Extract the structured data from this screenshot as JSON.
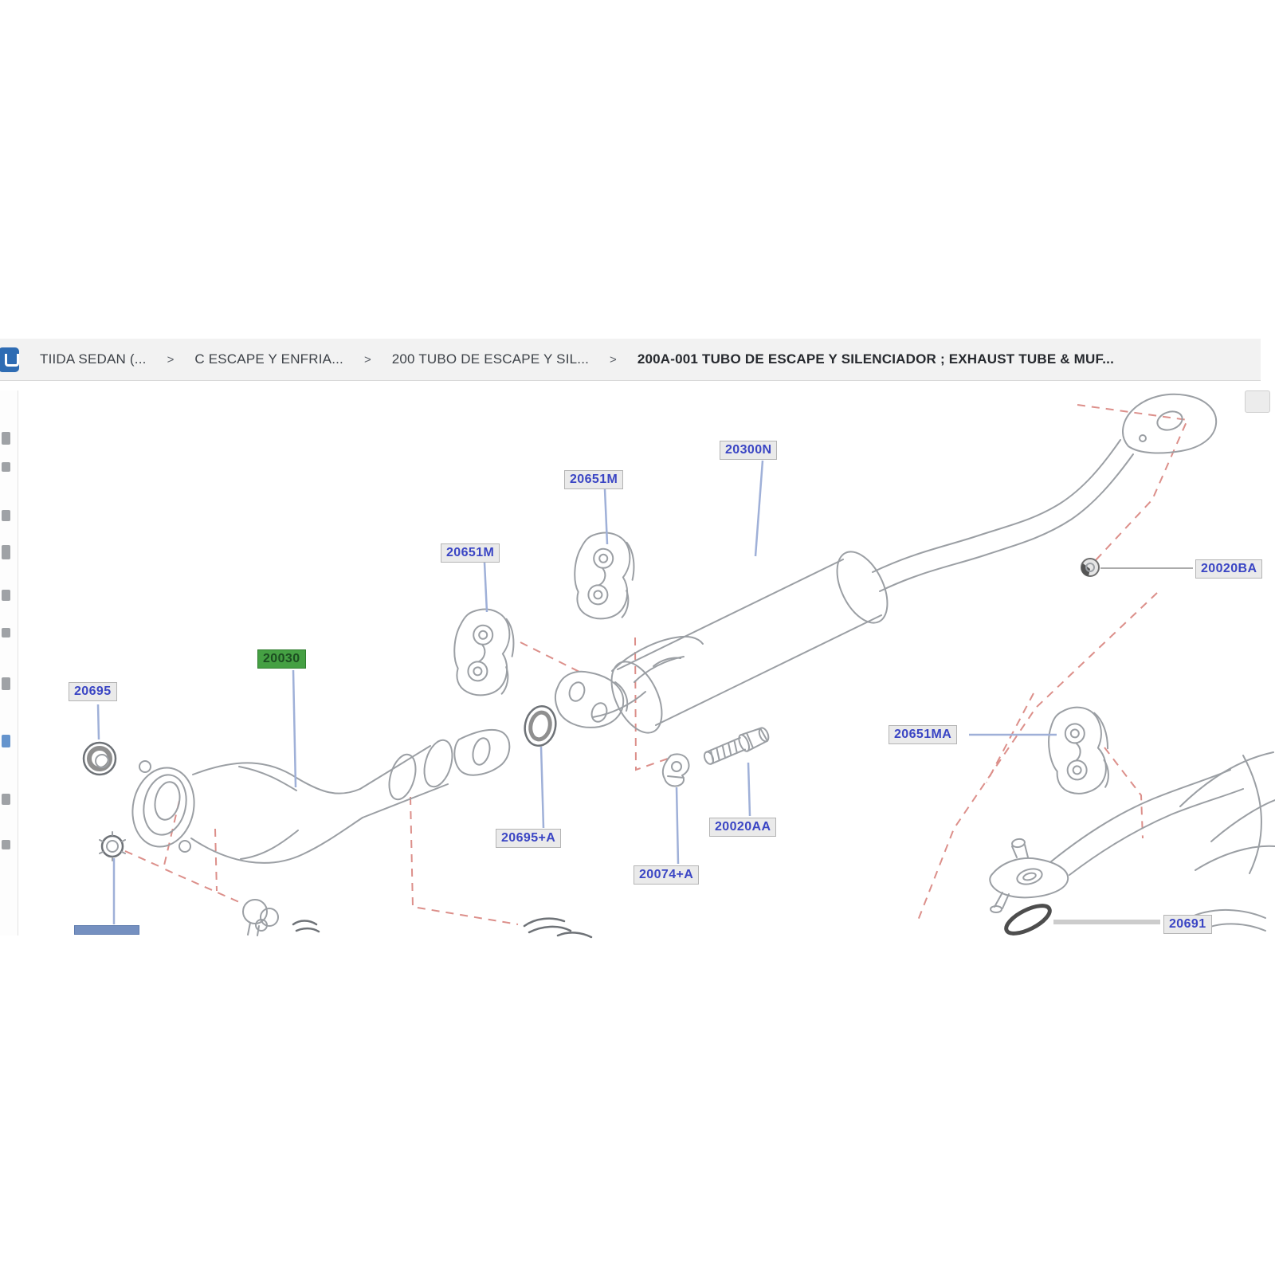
{
  "breadcrumb": {
    "separator": ">",
    "items": [
      "TIIDA SEDAN (...",
      "C ESCAPE Y ENFRIA...",
      "200 TUBO DE ESCAPE Y SIL...",
      "200A-001 TUBO DE ESCAPE Y SILENCIADOR ; EXHAUST TUBE & MUF..."
    ]
  },
  "diagram": {
    "title_hidden": "",
    "highlighted_part": "20030",
    "labels": [
      {
        "part": "20695",
        "text": "20695",
        "highlighted": false
      },
      {
        "part": "20030",
        "text": "20030",
        "highlighted": true
      },
      {
        "part": "20651M",
        "text": "20651M",
        "highlighted": false
      },
      {
        "part": "20651M",
        "text": "20651M",
        "highlighted": false
      },
      {
        "part": "20300N",
        "text": "20300N",
        "highlighted": false
      },
      {
        "part": "20695+A",
        "text": "20695+A",
        "highlighted": false
      },
      {
        "part": "20074+A",
        "text": "20074+A",
        "highlighted": false
      },
      {
        "part": "20020AA",
        "text": "20020AA",
        "highlighted": false
      },
      {
        "part": "20020BA",
        "text": "20020BA",
        "highlighted": false
      },
      {
        "part": "20651MA",
        "text": "20651MA",
        "highlighted": false
      },
      {
        "part": "20691",
        "text": "20691",
        "highlighted": false
      }
    ],
    "clipped_label": {
      "text": ""
    },
    "colors": {
      "label_text": "#3a45c4",
      "label_bg": "#eaeaea",
      "highlight_bg": "#45a043",
      "highlight_text": "#1c4d21",
      "outline": "#9b9fa4",
      "dash_red": "#dc8f8a",
      "leader_blue": "#9fb0d8"
    }
  }
}
